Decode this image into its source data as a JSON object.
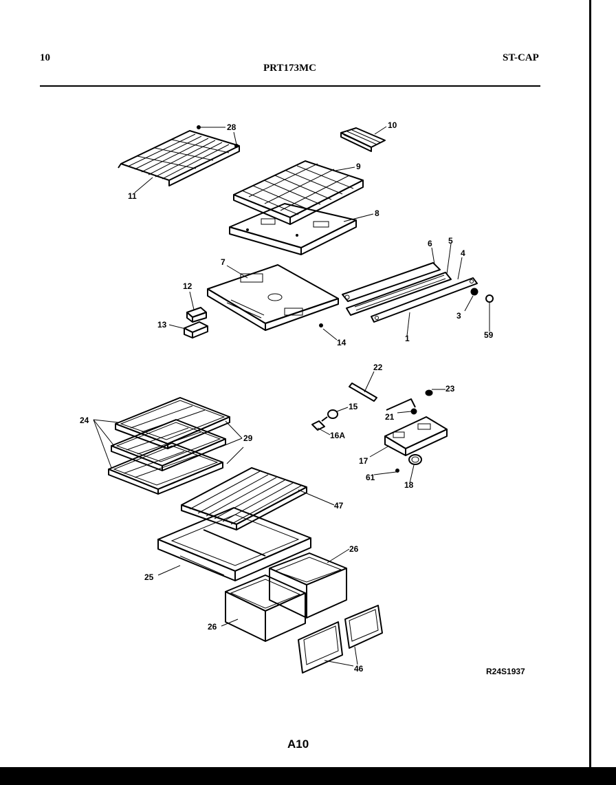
{
  "header": {
    "page_code": "10",
    "model": "PRT173MC",
    "section": "ST-CAP"
  },
  "diagram": {
    "drawing_id": "R24S1937",
    "page_label": "A10",
    "callouts": {
      "c28": "28",
      "c10": "10",
      "c9": "9",
      "c11": "11",
      "c8": "8",
      "c6": "6",
      "c5": "5",
      "c4": "4",
      "c7": "7",
      "c12": "12",
      "c13": "13",
      "c14": "14",
      "c1": "1",
      "c3": "3",
      "c59": "59",
      "c22": "22",
      "c23": "23",
      "c15": "15",
      "c21": "21",
      "c16a": "16A",
      "c17": "17",
      "c61": "61",
      "c18": "18",
      "c24": "24",
      "c29": "29",
      "c47": "47",
      "c26a": "26",
      "c25": "25",
      "c26b": "26",
      "c46": "46"
    }
  }
}
